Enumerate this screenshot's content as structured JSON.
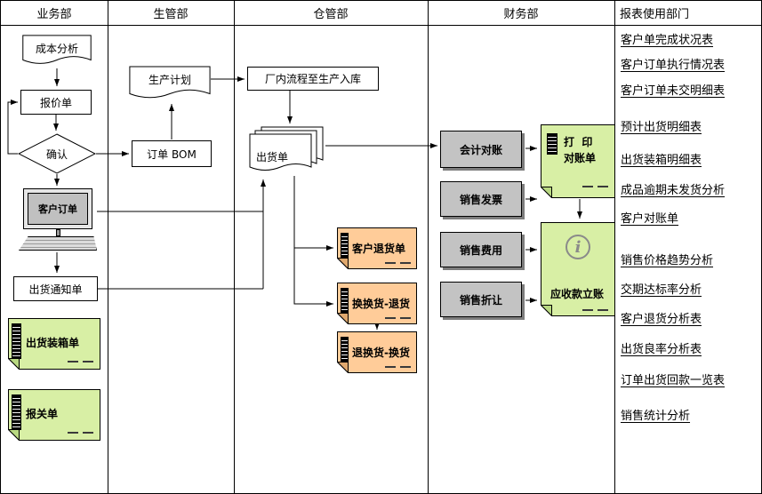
{
  "lanes": {
    "business": "业务部",
    "production": "生管部",
    "warehouse": "仓管部",
    "finance": "财务部",
    "reports": "报表使用部门"
  },
  "business": {
    "cost_analysis": "成本分析",
    "quotation": "报价单",
    "confirm": "确认",
    "customer_order": "客户订单",
    "shipping_notice": "出货通知单",
    "packing_list": "出货装箱单",
    "customs_declaration": "报关单"
  },
  "production": {
    "production_plan": "生产计划",
    "order_bom": "订单 BOM"
  },
  "warehouse": {
    "factory_process": "厂内流程至生产入库",
    "shipping_order": "出货单",
    "customer_return": "客户退货单",
    "exchange_return": "换换货-退货",
    "return_exchange": "退换货-换货"
  },
  "finance": {
    "accounting_reconciliation": "会计对账",
    "sales_invoice": "销售发票",
    "sales_expense": "销售费用",
    "sales_allowance": "销售折让",
    "print_line1": "打  印",
    "print_line2": "对账单",
    "receivable_posting": "应收款立账",
    "info_glyph": "i"
  },
  "reports": {
    "items": [
      "客户单完成状况表",
      "客户订单执行情况表",
      "客户订单未交明细表",
      "预计出货明细表",
      "出货装箱明细表",
      "成品逾期未发货分析",
      "客户对账单",
      "销售价格趋势分析",
      "交期达标率分析",
      "客户退货分析表",
      "出货良率分析表",
      "订单出货回款一览表",
      "销售统计分析"
    ]
  },
  "colors": {
    "note_green": "#d8efa5",
    "note_green_dark": "#b9d982",
    "note_orange": "#ffcc99",
    "note_orange_dark": "#e0a96e",
    "process_gray": "#c3c3c3",
    "shadow_gray": "#7d7d7d",
    "screen_gray": "#c0c0c0",
    "line": "#000000"
  }
}
